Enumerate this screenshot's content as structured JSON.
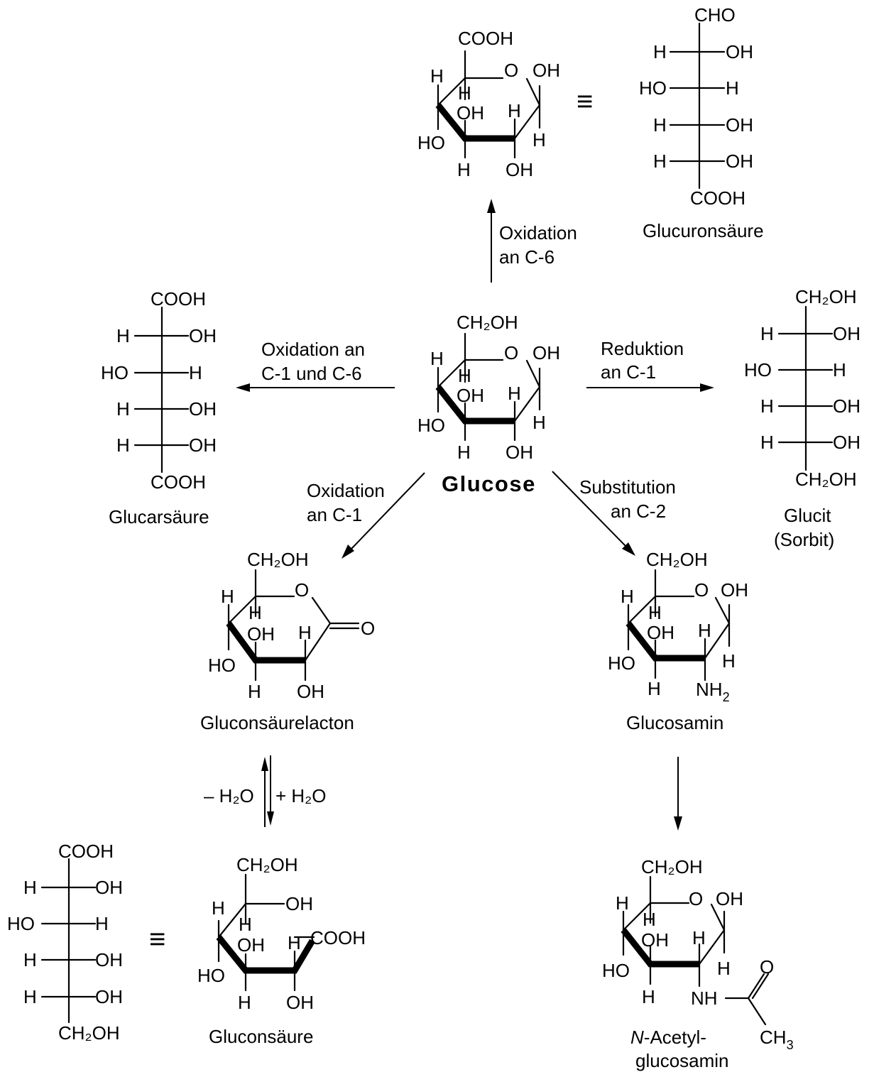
{
  "names": {
    "glucose": "Glucose",
    "glucuron": "Glucuronsäure",
    "glucar": "Glucarsäure",
    "glucit": "Glucit",
    "sorbit": "(Sorbit)",
    "lacton": "Gluconsäurelacton",
    "glucosamin": "Glucosamin",
    "gluconsaeure": "Gluconsäure",
    "acetyl_pre": "N",
    "acetyl_1": "-Acetyl-",
    "acetyl_2": "glucosamin"
  },
  "reactions": {
    "ox6_1": "Oxidation",
    "ox6_2": "an C-6",
    "ox16_1": "Oxidation an",
    "ox16_2": "C-1 und C-6",
    "red_1": "Reduktion",
    "red_2": "an C-1",
    "ox1_1": "Oxidation",
    "ox1_2": "an C-1",
    "sub_1": "Substitution",
    "sub_2": "an C-2",
    "minus_water": "– H₂O",
    "plus_water": "+ H₂O"
  },
  "atoms": {
    "H": "H",
    "OH": "OH",
    "HO": "HO",
    "O": "O",
    "COOH": "COOH",
    "CHO": "CHO",
    "CH2OH": "CH₂OH",
    "NH2": "NH₂",
    "NH": "NH",
    "CH3": "CH₃",
    "eq": "≡"
  }
}
